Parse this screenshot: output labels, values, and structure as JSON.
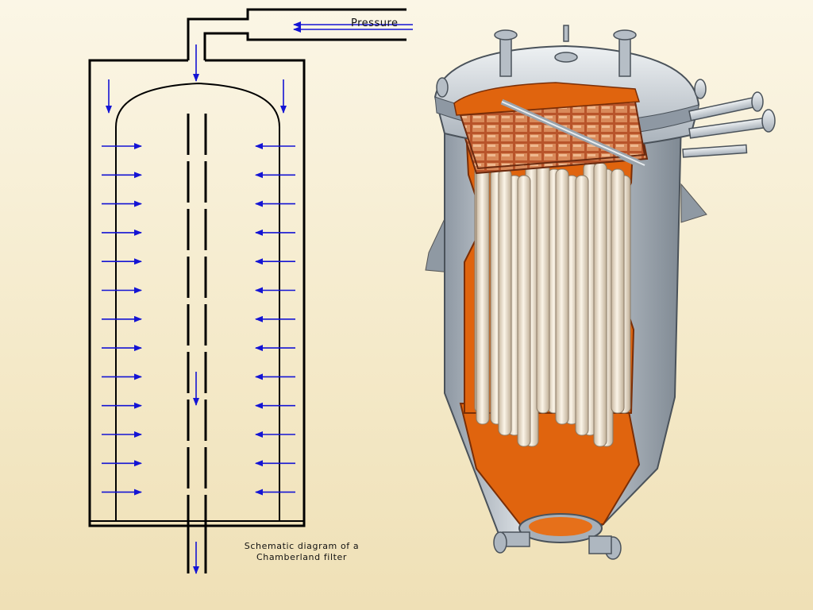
{
  "schematic": {
    "pressure_label": "Pressure",
    "caption_line1": "Schematic diagram of a",
    "caption_line2": "Chamberland filter"
  },
  "colors": {
    "background": "#f6edd2",
    "line": "#000000",
    "arrow": "#1010d0",
    "vessel_steel": "#b9c1c9",
    "vessel_interior": "#e0640e",
    "filter_candle": "#f2e7d6"
  },
  "illustration": {
    "subject": "industrial candle filter vessel, cutaway"
  }
}
